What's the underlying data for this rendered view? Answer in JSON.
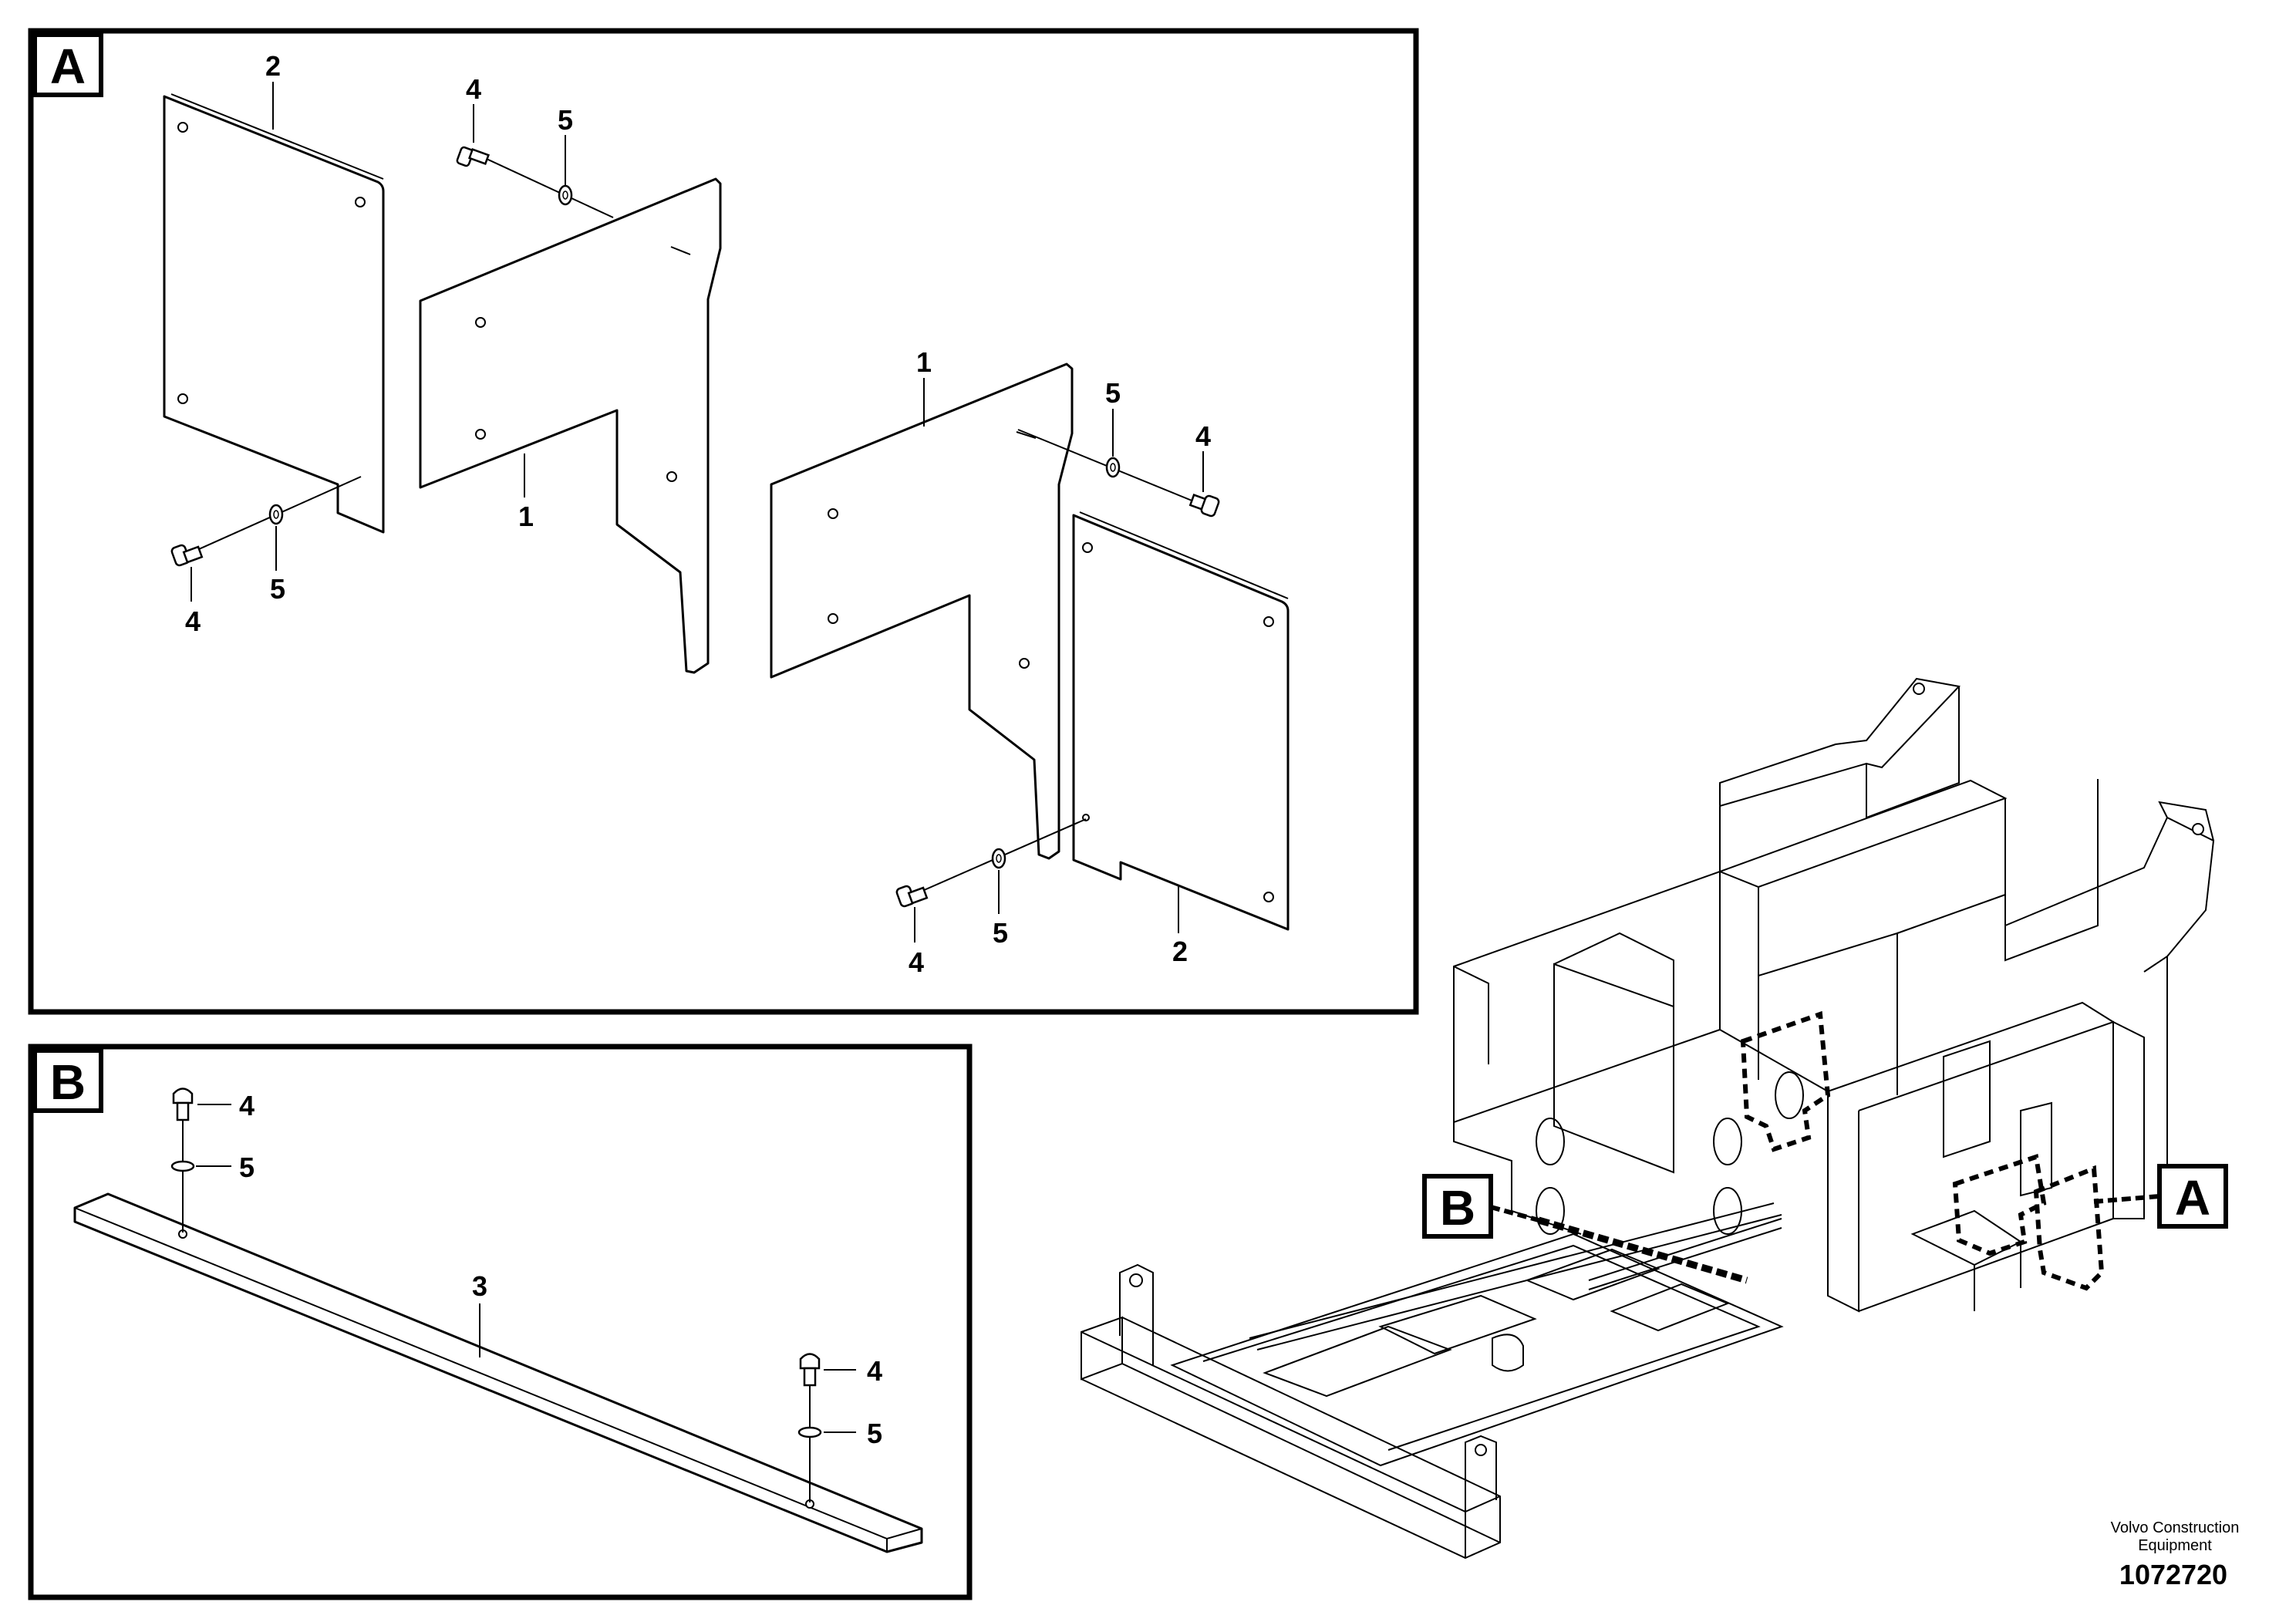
{
  "panels": {
    "A": {
      "label": "A"
    },
    "B": {
      "label": "B"
    }
  },
  "callouts_a": {
    "c2_top_left": "2",
    "c4_top": "4",
    "c5_top": "5",
    "c1_mid": "1",
    "c5_left": "5",
    "c4_left": "4",
    "c1_right": "1",
    "c5_right": "5",
    "c4_right": "4",
    "c5_bottom": "5",
    "c4_bottom": "4",
    "c2_bottom": "2"
  },
  "callouts_b": {
    "c4_top": "4",
    "c5_top": "5",
    "c3": "3",
    "c4_bottom": "4",
    "c5_bottom": "5"
  },
  "machine_markers": {
    "a": "A",
    "b": "B"
  },
  "footer": {
    "company_line1": "Volvo Construction",
    "company_line2": "Equipment",
    "drawing_number": "1072720"
  }
}
